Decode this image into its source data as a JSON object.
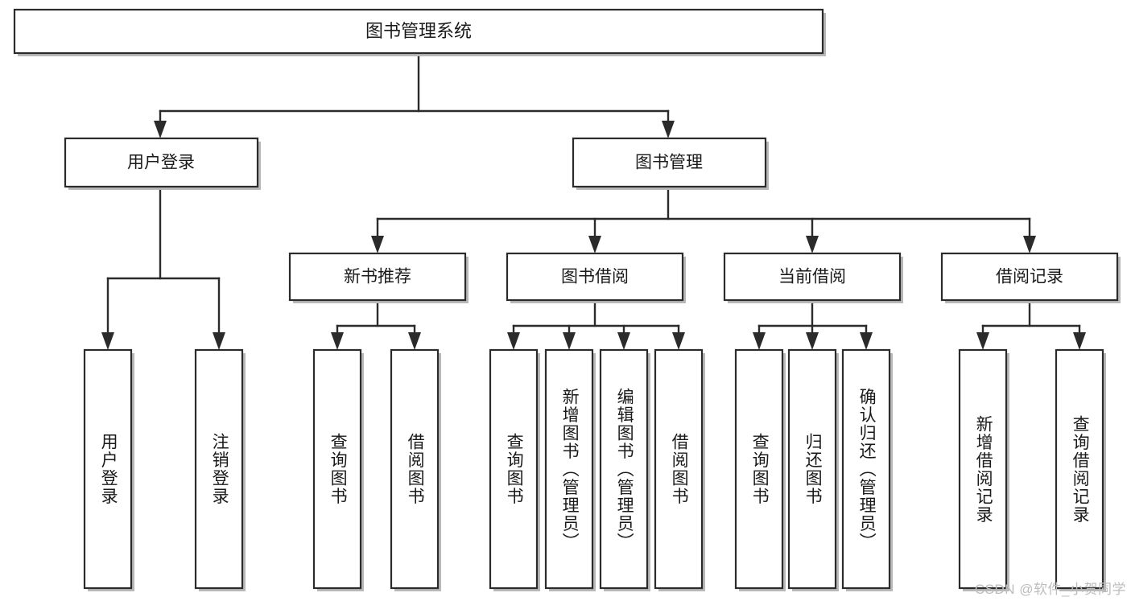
{
  "diagram": {
    "title": "图书管理系统",
    "type": "functional-decomposition-tree",
    "watermark": "CSDN @软件_小贺同学",
    "colors": {
      "box_border": "#2b2b2b",
      "box_fill": "#ffffff",
      "box_shadow": "#b8b8b8",
      "edge": "#2b2b2b",
      "text": "#1a1a1a",
      "watermark": "#bdbdbd",
      "background": "#ffffff"
    },
    "levels": {
      "root": {
        "label": "图书管理系统"
      },
      "level2": [
        {
          "label": "用户登录"
        },
        {
          "label": "图书管理"
        }
      ],
      "level3": [
        {
          "label": "新书推荐"
        },
        {
          "label": "图书借阅"
        },
        {
          "label": "当前借阅"
        },
        {
          "label": "借阅记录"
        }
      ],
      "leaves": {
        "user_login": [
          {
            "label": "用户登录"
          },
          {
            "label": "注销登录"
          }
        ],
        "new_book_recommend": [
          {
            "label": "查询图书"
          },
          {
            "label": "借阅图书"
          }
        ],
        "book_borrow": [
          {
            "label": "查询图书"
          },
          {
            "label": "新增图书（管理员）"
          },
          {
            "label": "编辑图书（管理员）"
          },
          {
            "label": "借阅图书"
          }
        ],
        "current_borrow": [
          {
            "label": "查询图书"
          },
          {
            "label": "归还图书"
          },
          {
            "label": "确认归还（管理员）"
          }
        ],
        "borrow_records": [
          {
            "label": "新增借阅记录"
          },
          {
            "label": "查询借阅记录"
          }
        ]
      }
    }
  }
}
